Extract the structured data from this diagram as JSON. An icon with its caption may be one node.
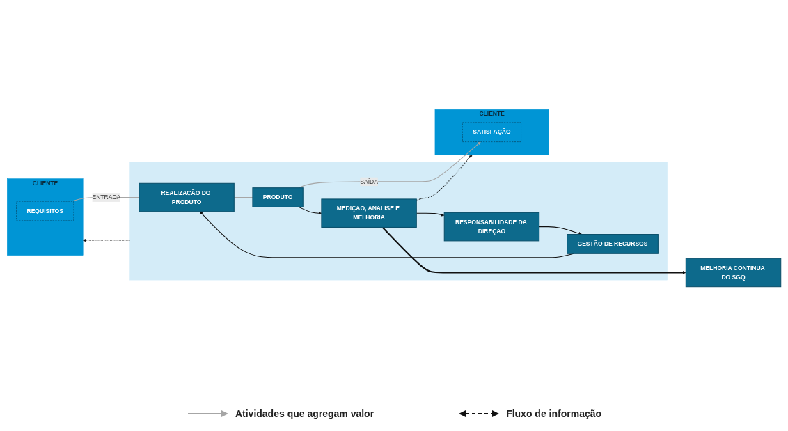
{
  "diagram": {
    "nodes": [
      {
        "text": [
          "MELHORIA CONTÍNUA DO SGQ"
        ]
      },
      {
        "text": [
          "CLIENTE"
        ]
      },
      {
        "text": [
          "REQUISITOS"
        ],
        "in": 1
      },
      {
        "text": [],
        "shape": "box"
      },
      {
        "text": [
          "RESPONSABILIDADE DA DIREÇÃO"
        ],
        "in": 3
      },
      {
        "text": [
          "GESTÃO DE RECURSOS"
        ],
        "in": 3
      },
      {
        "text": [
          "REALIZAÇÃO DO PRODUTO"
        ],
        "in": 3
      },
      {
        "text": [
          "MEDIÇÃO, ANÁLISE E MELHORIA"
        ],
        "in": 3
      },
      {
        "text": [
          "PRODUTO"
        ],
        "in": 3
      },
      {
        "text": [
          "CLIENTE"
        ]
      },
      {
        "text": [
          "SATISFAÇÃO"
        ],
        "in": 9
      }
    ],
    "edges": [
      {
        "from": 2,
        "to": 6,
        "arrow": "none",
        "label": "ENTRADA",
        "color": "#a6a6a6"
      },
      {
        "from": 4,
        "to": 5,
        "arrow": "to"
      },
      {
        "from": 5,
        "to": 6,
        "arrow": "to"
      },
      {
        "from": 6,
        "to": 8,
        "arrow": "none",
        "color": "#a6a6a6"
      },
      {
        "from": 8,
        "to": 7,
        "arrow": "to"
      },
      {
        "from": 7,
        "to": 4,
        "arrow": "to"
      },
      {
        "from": 7,
        "to": 0,
        "arrow": "to"
      },
      {
        "from": 8,
        "to": 10,
        "arrow": "to",
        "label": "SAÍDA",
        "color": "#a6a6a6"
      },
      {
        "from": 3,
        "to": 1,
        "arrow": "to",
        "style": "dashed"
      },
      {
        "from": 7,
        "to": 9,
        "arrow": "to",
        "style": "dashed"
      }
    ],
    "legend": [
      {
        "text": "Atividades que agregam valor"
      },
      {
        "text": "Fluxo de informação"
      }
    ]
  }
}
